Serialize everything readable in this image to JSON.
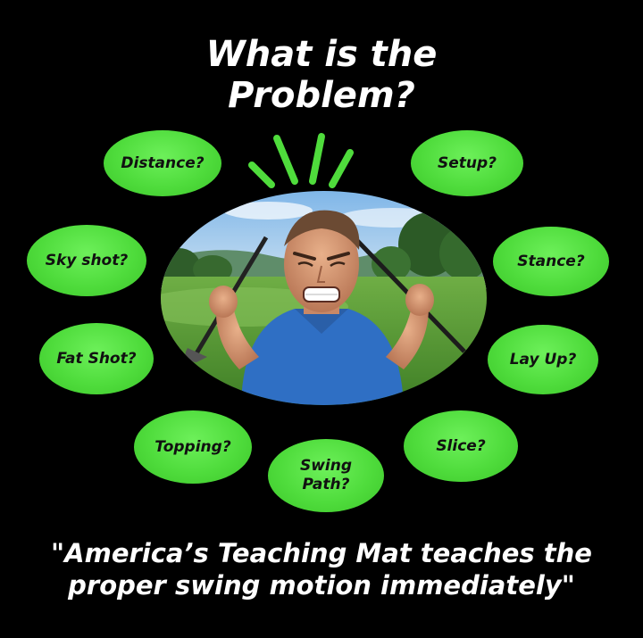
{
  "title": {
    "line1": "What is the",
    "line2": "Problem?"
  },
  "bubbles": {
    "distance": "Distance?",
    "setup": "Setup?",
    "sky_shot": "Sky shot?",
    "stance": "Stance?",
    "fat_shot": "Fat Shot?",
    "lay_up": "Lay Up?",
    "topping": "Topping?",
    "swing_path_line1": "Swing",
    "swing_path_line2": "Path?",
    "slice": "Slice?"
  },
  "quote": {
    "line1": "\"America’s Teaching Mat teaches the",
    "line2": "proper swing motion immediately\""
  },
  "colors": {
    "background": "#000000",
    "bubble_green": "#4fdc3c",
    "text_white": "#ffffff",
    "text_dark": "#111111"
  },
  "icons": {
    "burst": "surprise-burst-icon"
  }
}
